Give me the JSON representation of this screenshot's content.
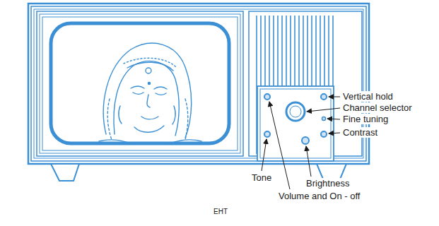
{
  "diagram": {
    "labels": [
      "Vertical hold",
      "Channel selector",
      "Fine tuning",
      "Contrast",
      "Tone",
      "Brightness",
      "Volume and On - off",
      "EHT"
    ]
  }
}
